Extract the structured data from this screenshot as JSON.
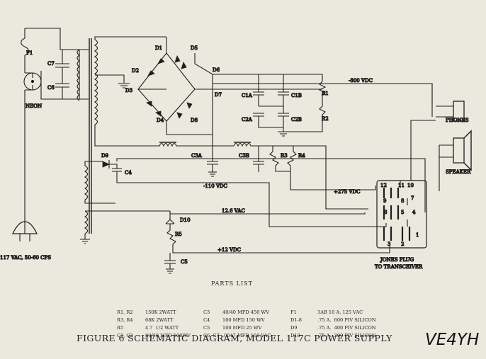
{
  "labels": {
    "f1": "F1",
    "c7": "C7",
    "c6": "C6",
    "neon": "NEON",
    "d1": "D1",
    "d2": "D2",
    "d3": "D3",
    "d4": "D4",
    "d5": "D5",
    "d6": "D6",
    "d7": "D7",
    "d8": "D8",
    "d9": "D9",
    "d10": "D10",
    "v800": "-800 VDC",
    "c1a": "C1A",
    "c1b": "C1B",
    "c2a": "C2A",
    "c2b": "C2B",
    "r1": "R1",
    "r2": "R2",
    "r3": "R3",
    "r4": "R4",
    "r5": "R5",
    "c3a": "C3A",
    "c3b": "C3B",
    "c4": "C4",
    "c5": "C5",
    "v110": "-110 VDC",
    "v275": "+275 VDC",
    "v126": "12.6 VAC",
    "v12": "+12 VDC",
    "phones": "PHONES",
    "speaker": "SPEAKER",
    "jones1": "JONES PLUG",
    "jones2": "TO TRANSCEIVER",
    "ac": "117 VAC, 50-60 CPS",
    "pin12": "12",
    "pin11": "11",
    "pin10": "10",
    "pin9": "9",
    "pin8": "8",
    "pin7": "7",
    "pin6": "6",
    "pin5": "5",
    "pin4": "4",
    "pin3": "3",
    "pin2": "2",
    "pin1": "1"
  },
  "parts_list": {
    "title": "PARTS LIST",
    "col1_refs": [
      "R1, R2",
      "R3, R4",
      "R5",
      "C1, C2"
    ],
    "col1_vals": [
      "150K 2WATT",
      "68K 2WATT",
      "4.7  1/2 WATT",
      "80/50 MFD 500WV"
    ],
    "col2_refs": [
      "C3",
      "C4",
      "C5",
      "C6, C7"
    ],
    "col2_vals": [
      "40/40 MFD 450 WV",
      "100 MFD 150 WV",
      "100 MFD 25 WV",
      ".0047 MFD 150 VAC"
    ],
    "col3_refs": [
      "F1",
      "D1-8",
      "D9",
      "D10"
    ],
    "col3_vals": [
      "3AB 10 A. 125 VAC",
      ".75 A.  600 PIV SILICON",
      ".75 A.  400 PIV SILICON",
      ".75 A.  200 PIV SILICON"
    ]
  },
  "caption": "FIGURE 6  SCHEMATIC DIAGRAM, MODEL 117C POWER SUPPLY",
  "callsign": "VE4YH"
}
